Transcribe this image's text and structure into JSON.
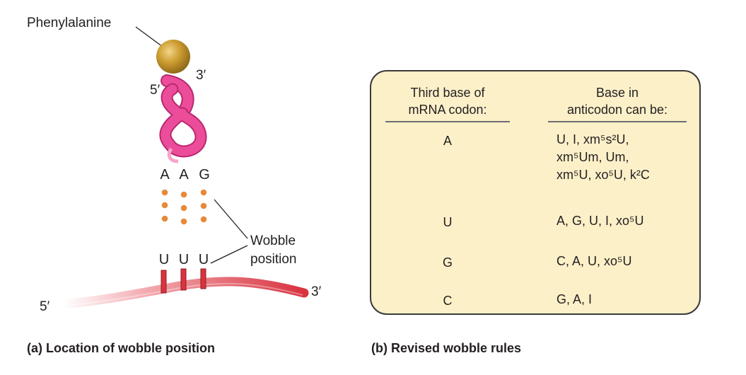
{
  "panel_a": {
    "amino_acid": "Phenylalanine",
    "trna_end_5": "5′",
    "trna_end_3": "3′",
    "anticodon": [
      "A",
      "A",
      "G"
    ],
    "codon": [
      "U",
      "U",
      "U"
    ],
    "mrna_end_5": "5′",
    "mrna_end_3": "3′",
    "wobble_label_line1": "Wobble",
    "wobble_label_line2": "position",
    "caption": "(a) Location of wobble position"
  },
  "panel_b": {
    "col1_header_line1": "Third base of",
    "col1_header_line2": "mRNA codon:",
    "col2_header_line1": "Base in",
    "col2_header_line2": "anticodon can be:",
    "rows": [
      {
        "third": "A",
        "anticodon_lines": [
          "U, I, xm⁵s²U,",
          "xm⁵Um, Um,",
          "xm⁵U, xo⁵U, k²C"
        ]
      },
      {
        "third": "U",
        "anticodon_lines": [
          "A, G, U, I, xo⁵U"
        ]
      },
      {
        "third": "G",
        "anticodon_lines": [
          "C, A, U, xo⁵U"
        ]
      },
      {
        "third": "C",
        "anticodon_lines": [
          "G, A, I"
        ]
      }
    ],
    "caption": "(b) Revised wobble rules"
  },
  "colors": {
    "trna_ribbon": "#ec4d9a",
    "mrna_strand": "#d9333f",
    "amino_acid_ball": "#c99a2e",
    "hydrogen_bond_dot": "#e8893a",
    "panel_fill": "#fcf0c9"
  }
}
